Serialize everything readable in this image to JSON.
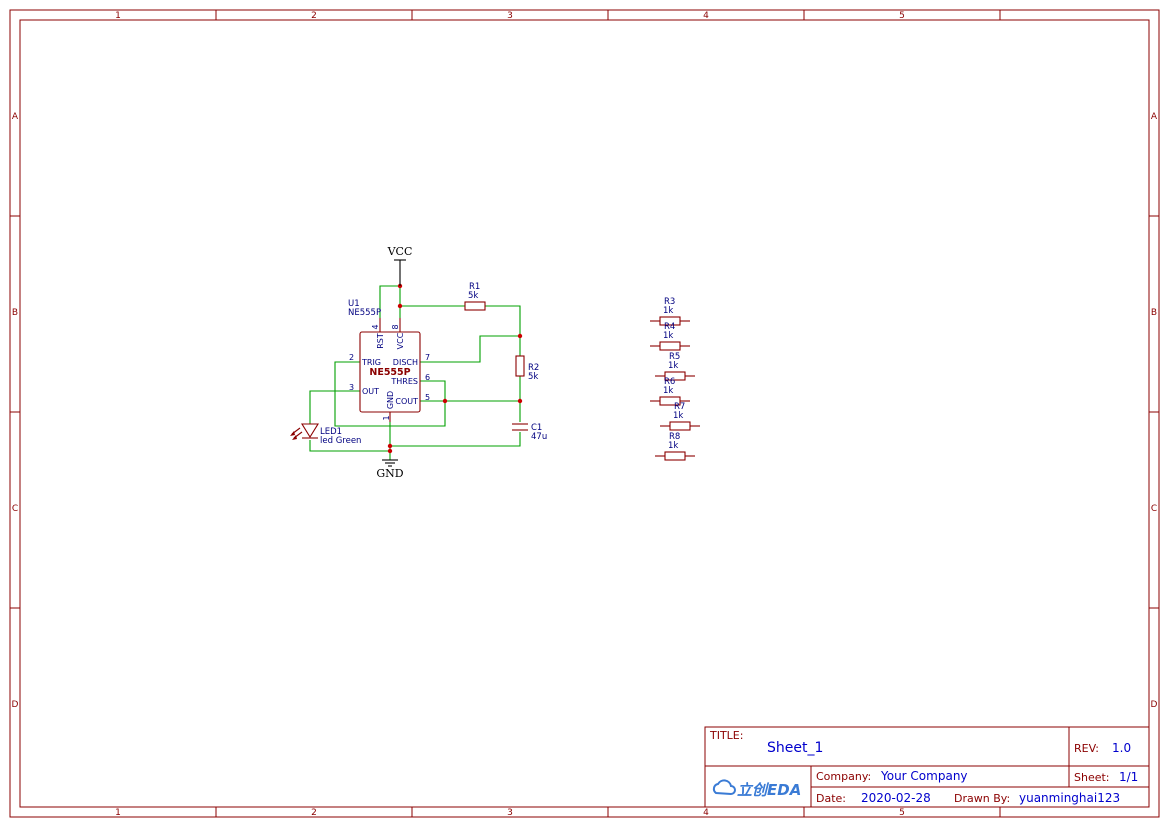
{
  "border": {
    "columns": [
      "1",
      "2",
      "3",
      "4",
      "5"
    ],
    "rows": [
      "A",
      "B",
      "C",
      "D"
    ]
  },
  "schematic": {
    "power": {
      "vcc": "VCC",
      "gnd": "GND"
    },
    "u1": {
      "ref": "U1",
      "value": "NE555P",
      "body_label": "NE555P",
      "pins": {
        "rst": {
          "num": "4",
          "name": "RST"
        },
        "vcc": {
          "num": "8",
          "name": "VCC"
        },
        "trig": {
          "num": "2",
          "name": "TRIG"
        },
        "out": {
          "num": "3",
          "name": "OUT"
        },
        "disch": {
          "num": "7",
          "name": "DISCH"
        },
        "thres": {
          "num": "6",
          "name": "THRES"
        },
        "cout": {
          "num": "5",
          "name": "COUT"
        },
        "gnd": {
          "num": "1",
          "name": "GND"
        }
      }
    },
    "r1": {
      "ref": "R1",
      "value": "5k"
    },
    "r2": {
      "ref": "R2",
      "value": "5k"
    },
    "c1": {
      "ref": "C1",
      "value": "47u"
    },
    "led1": {
      "ref": "LED1",
      "value": "led Green"
    },
    "r3": {
      "ref": "R3",
      "value": "1k"
    },
    "r4": {
      "ref": "R4",
      "value": "1k"
    },
    "r5": {
      "ref": "R5",
      "value": "1k"
    },
    "r6": {
      "ref": "R6",
      "value": "1k"
    },
    "r7": {
      "ref": "R7",
      "value": "1k"
    },
    "r8": {
      "ref": "R8",
      "value": "1k"
    }
  },
  "title_block": {
    "title_label": "TITLE:",
    "title": "Sheet_1",
    "rev_label": "REV:",
    "rev": "1.0",
    "company_label": "Company:",
    "company": "Your Company",
    "sheet_label": "Sheet:",
    "sheet": "1/1",
    "date_label": "Date:",
    "date": "2020-02-28",
    "drawn_label": "Drawn By:",
    "drawn_by": "yuanminghai123",
    "logo_text": "立创EDA"
  },
  "colors": {
    "border": "#8b0000",
    "wire": "#00a000",
    "junction": "#cc0000",
    "label": "#000080",
    "title_value": "#0000cc"
  }
}
